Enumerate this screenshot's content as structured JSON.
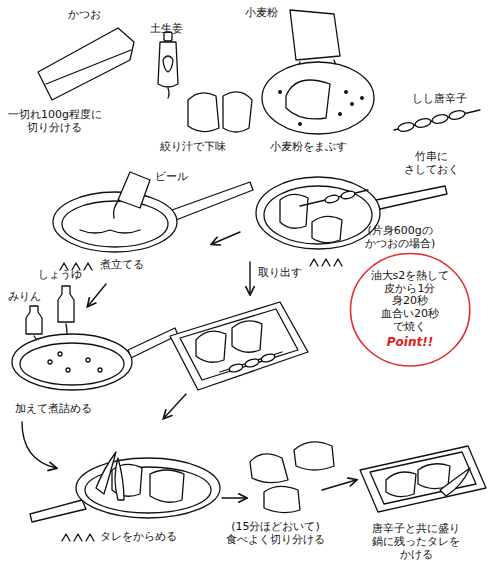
{
  "diagram": {
    "nodes": [
      {
        "text": [
          "油大s2を熱して 皮から1分 身20秒 血合い20秒 で焼く",
          "Point!!"
        ]
      }
    ],
    "labels": [
      "かつお",
      "一切れ100g程度に 切り分ける",
      "土生姜",
      "絞り汁で下味",
      "小麦粉",
      "小麦粉をまぶす",
      "しし唐辛子",
      "竹串に さしておく",
      "ビール",
      "煮立てる",
      "(片身600gの かつおの場合)",
      "取り出す",
      "しょうゆ",
      "みりん",
      "加えて煮詰める",
      "タレをからめる",
      "(15分ほどおいて) 食べよく切り分ける",
      "唐辛子と共に盛り 鍋に残ったタレを かける"
    ]
  }
}
